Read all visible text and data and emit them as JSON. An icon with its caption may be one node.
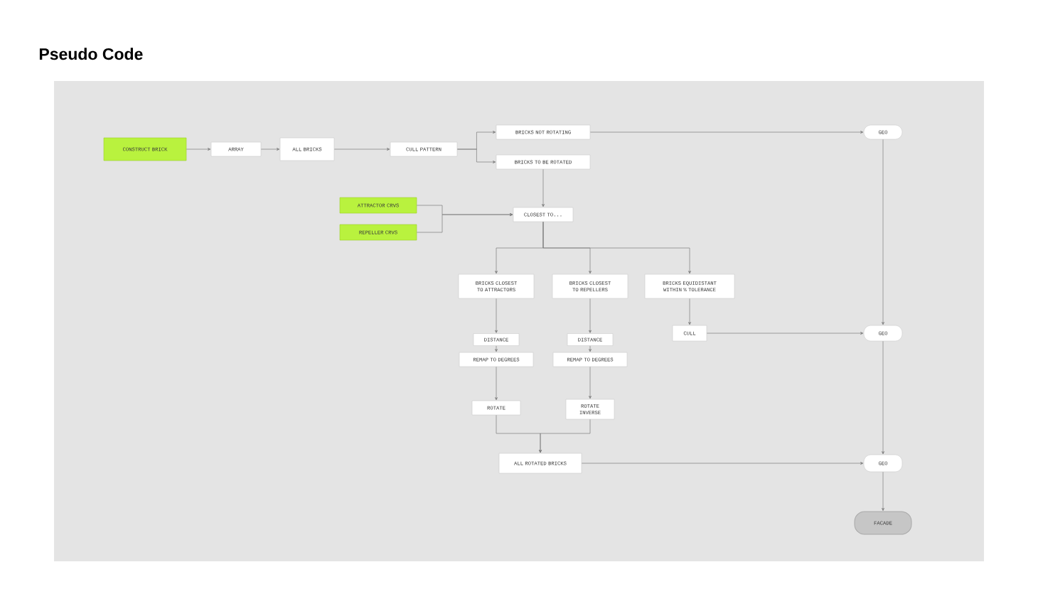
{
  "diagram": {
    "title": "Pseudo Code",
    "nodes": [
      {
        "text": [
          "CONSTRUCT BRICK"
        ]
      },
      {
        "text": [
          "ARRAY"
        ]
      },
      {
        "text": [
          "ALL BRICKS"
        ]
      },
      {
        "text": [
          "CULL PATTERN"
        ]
      },
      {
        "text": [
          "BRICKS NOT ROTATING"
        ]
      },
      {
        "text": [
          "BRICKS TO BE ROTATED"
        ]
      },
      {
        "text": [
          "GEO"
        ]
      },
      {
        "text": [
          "ATTRACTOR CRVS"
        ]
      },
      {
        "text": [
          "REPELLER CRVS"
        ]
      },
      {
        "text": [
          "CLOSEST TO..."
        ]
      },
      {
        "text": [
          "BRICKS CLOSEST TO ATTRACTORS"
        ]
      },
      {
        "text": [
          "BRICKS CLOSEST TO REPELLERS"
        ]
      },
      {
        "text": [
          "BRICKS EQUIDISTANT WITHIN % TOLERANCE"
        ]
      },
      {
        "text": [
          "DISTANCE"
        ]
      },
      {
        "text": [
          "DISTANCE"
        ]
      },
      {
        "text": [
          "CULL"
        ]
      },
      {
        "text": [
          "GEO"
        ]
      },
      {
        "text": [
          "REMAP TO DEGREES"
        ]
      },
      {
        "text": [
          "REMAP TO DEGREES"
        ]
      },
      {
        "text": [
          "ROTATE"
        ]
      },
      {
        "text": [
          "ROTATE INVERSE"
        ]
      },
      {
        "text": [
          "ALL ROTATED BRICKS"
        ]
      },
      {
        "text": [
          "GEO"
        ]
      },
      {
        "text": [
          "FACADE"
        ]
      }
    ],
    "edges": [
      {
        "from": 0,
        "to": 1,
        "arrow": "to"
      },
      {
        "from": 1,
        "to": 2,
        "arrow": "to"
      },
      {
        "from": 2,
        "to": 3,
        "arrow": "to"
      },
      {
        "from": 3,
        "to": 4,
        "arrow": "to"
      },
      {
        "from": 3,
        "to": 5,
        "arrow": "to"
      },
      {
        "from": 4,
        "to": 6,
        "arrow": "to"
      },
      {
        "from": 5,
        "to": 9,
        "arrow": "to"
      },
      {
        "from": 7,
        "to": 9,
        "arrow": "to"
      },
      {
        "from": 8,
        "to": 9,
        "arrow": "to"
      },
      {
        "from": 9,
        "to": 10,
        "arrow": "to"
      },
      {
        "from": 9,
        "to": 11,
        "arrow": "to"
      },
      {
        "from": 9,
        "to": 12,
        "arrow": "to"
      },
      {
        "from": 10,
        "to": 13,
        "arrow": "to"
      },
      {
        "from": 11,
        "to": 14,
        "arrow": "to"
      },
      {
        "from": 12,
        "to": 15,
        "arrow": "to"
      },
      {
        "from": 15,
        "to": 16,
        "arrow": "to"
      },
      {
        "from": 6,
        "to": 16,
        "arrow": "to"
      },
      {
        "from": 13,
        "to": 17,
        "arrow": "to"
      },
      {
        "from": 14,
        "to": 18,
        "arrow": "to"
      },
      {
        "from": 17,
        "to": 19,
        "arrow": "to"
      },
      {
        "from": 18,
        "to": 20,
        "arrow": "to"
      },
      {
        "from": 19,
        "to": 21,
        "arrow": "to"
      },
      {
        "from": 20,
        "to": 21,
        "arrow": "to"
      },
      {
        "from": 21,
        "to": 22,
        "arrow": "to"
      },
      {
        "from": 16,
        "to": 22,
        "arrow": "to"
      },
      {
        "from": 22,
        "to": 23,
        "arrow": "to"
      }
    ]
  }
}
